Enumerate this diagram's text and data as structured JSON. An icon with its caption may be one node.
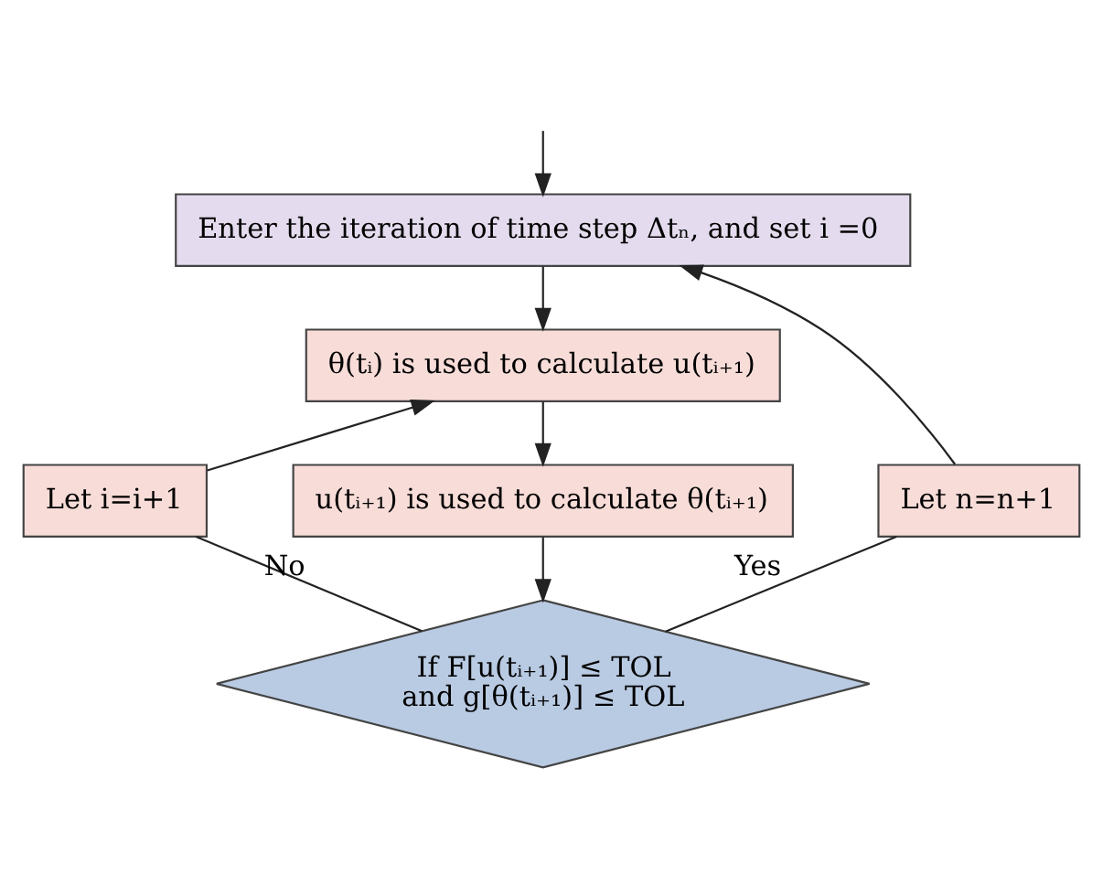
{
  "diagram": {
    "nodes": [
      {
        "text": [
          "Enter the iteration of time step Δtₙ, and set i =0"
        ]
      },
      {
        "text": [
          "θ(tᵢ) is used to calculate u(tᵢ₊₁)"
        ]
      },
      {
        "text": [
          "u(tᵢ₊₁) is used to calculate θ(tᵢ₊₁)"
        ]
      },
      {
        "text": [
          "If F[u(tᵢ₊₁)] ≤ TOL and g[θ(tᵢ₊₁)] ≤ TOL"
        ]
      },
      {
        "text": [
          "Let i=i+1"
        ]
      },
      {
        "text": [
          "Let n=n+1"
        ]
      }
    ],
    "edges": [
      {
        "from": null,
        "to": 0,
        "arrow": "to"
      },
      {
        "from": 0,
        "to": 1,
        "arrow": "to"
      },
      {
        "from": 1,
        "to": 2,
        "arrow": "to"
      },
      {
        "from": 2,
        "to": 3,
        "arrow": "to"
      },
      {
        "from": 3,
        "to": 4,
        "arrow": "none",
        "label": "No"
      },
      {
        "from": 4,
        "to": 1,
        "arrow": "to"
      },
      {
        "from": 3,
        "to": 5,
        "arrow": "none",
        "label": "Yes"
      },
      {
        "from": 5,
        "to": 0,
        "arrow": "to"
      }
    ]
  }
}
